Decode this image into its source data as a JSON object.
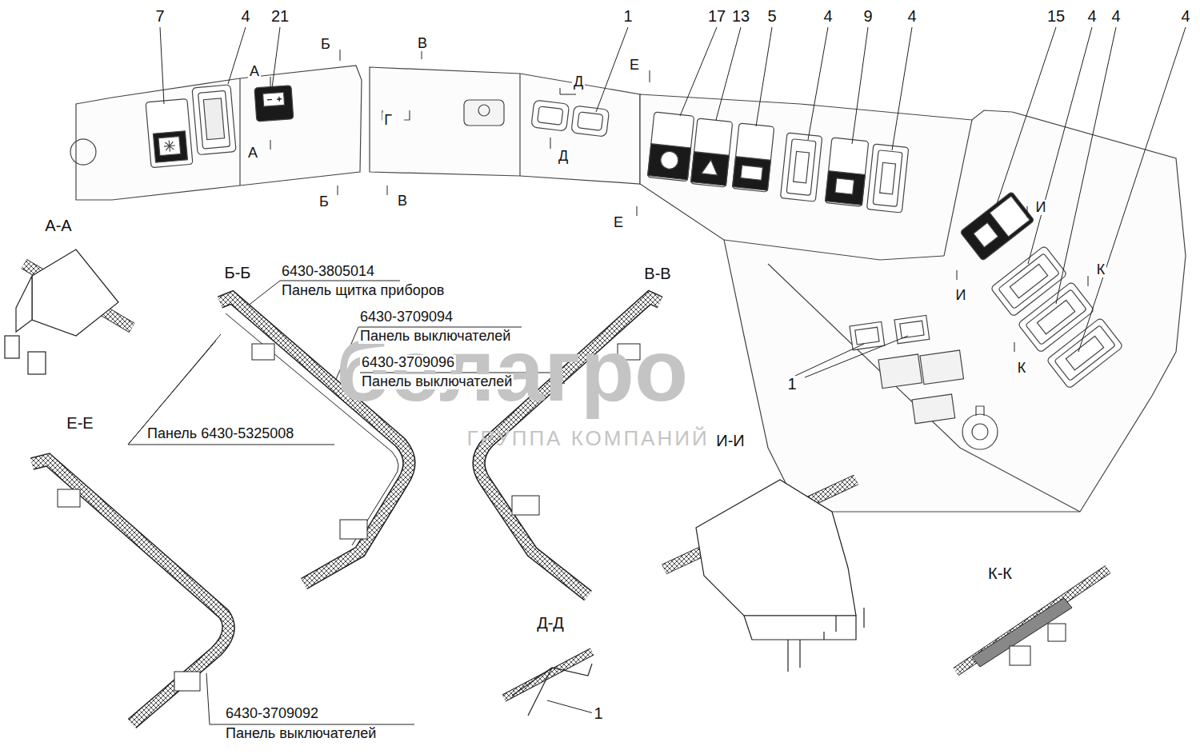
{
  "diagram": {
    "labels": [
      "7",
      "4",
      "21",
      "1",
      "17",
      "13",
      "5",
      "4",
      "9",
      "4",
      "15",
      "4",
      "4",
      "4",
      "Б",
      "В",
      "А",
      "А",
      "Г",
      "Д",
      "Д",
      "Е",
      "Б",
      "В",
      "Е",
      "И",
      "И",
      "К",
      "К",
      "А-А",
      "Б-Б",
      "В-В",
      "Е-Е",
      "И-И",
      "К-К",
      "Д-Д",
      "6430-3805014",
      "Панель щитка приборов",
      "6430-3709094",
      "Панель выключателей",
      "6430-3709096",
      "Панель выключателей",
      "Панель 6430-5325008",
      "6430-3709092",
      "Панель выключателей",
      "1",
      "1",
      "белагро",
      "ГРУППА КОМПАНИЙ"
    ]
  }
}
